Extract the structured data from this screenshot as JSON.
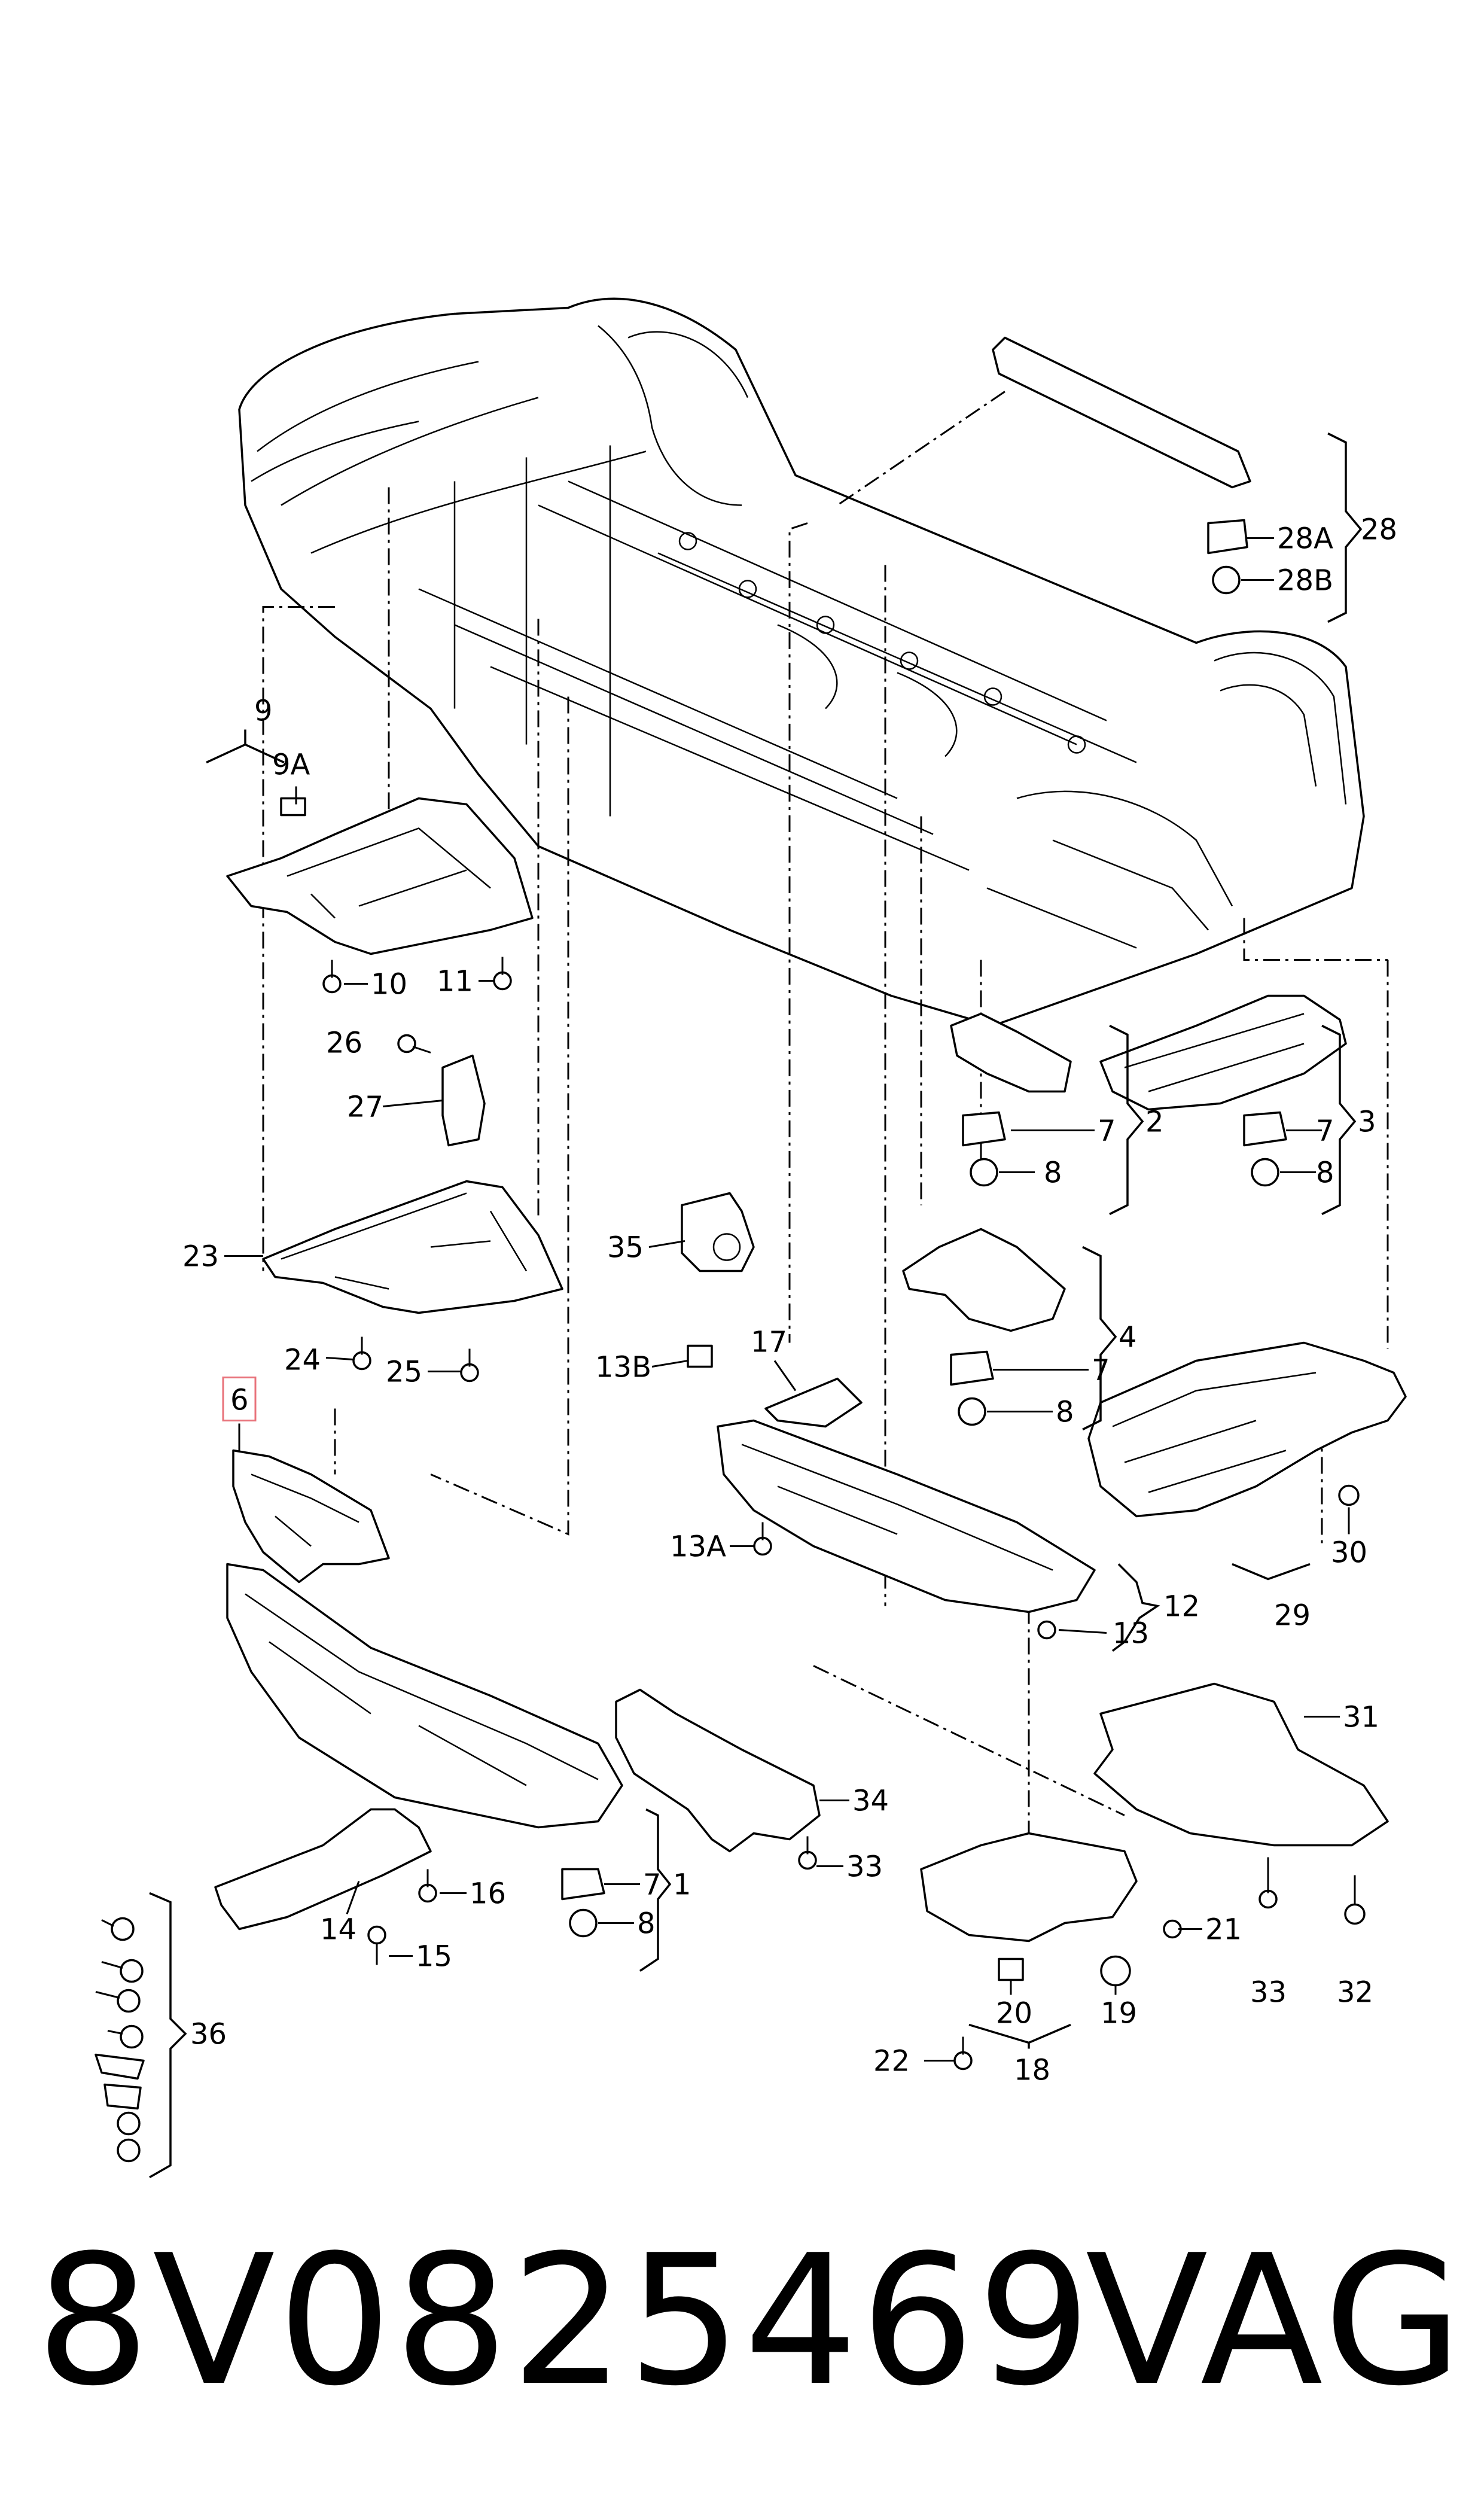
{
  "callouts": {
    "c1": "1",
    "c2": "2",
    "c3": "3",
    "c4": "4",
    "c6": "6",
    "c7a": "7",
    "c7b": "7",
    "c7c": "7",
    "c7d": "7",
    "c8a": "8",
    "c8b": "8",
    "c8c": "8",
    "c8d": "8",
    "c9": "9",
    "c9A": "9A",
    "c10": "10",
    "c11": "11",
    "c12": "12",
    "c13": "13",
    "c13A": "13A",
    "c13B": "13B",
    "c14": "14",
    "c15": "15",
    "c16": "16",
    "c17": "17",
    "c18": "18",
    "c19": "19",
    "c20": "20",
    "c21": "21",
    "c22": "22",
    "c23": "23",
    "c24": "24",
    "c25": "25",
    "c26": "26",
    "c27": "27",
    "c28": "28",
    "c28A": "28A",
    "c28B": "28B",
    "c29": "29",
    "c30": "30",
    "c31": "31",
    "c32": "32",
    "c33a": "33",
    "c33b": "33",
    "c34": "34",
    "c35": "35",
    "c36": "36"
  },
  "footer": {
    "part_number": "8V0825469",
    "brand": "VAG"
  },
  "highlight_color": "#e8727a"
}
